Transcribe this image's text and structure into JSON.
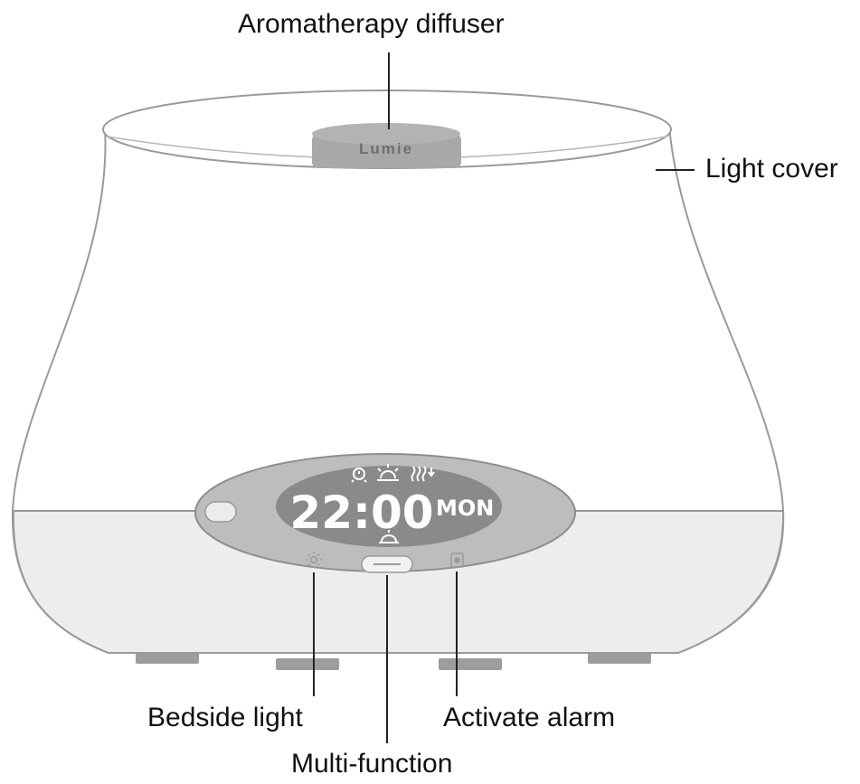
{
  "labels": {
    "aromatherapy_diffuser": "Aromatherapy diffuser",
    "light_cover": "Light cover",
    "bedside_light": "Bedside light",
    "activate_alarm": "Activate alarm",
    "multi_function": "Multi-function"
  },
  "device": {
    "logo_text": "Lumie",
    "display_time": "22:00",
    "display_day": "MON"
  },
  "colors": {
    "body_fill": "#ffffff",
    "base_fill": "#ededed",
    "outline": "#9a9a9a",
    "display_oval": "#bdbdbd",
    "screen": "#8a8a8a",
    "screen_text": "#ffffff",
    "diffuser_cap": "#a8a8a8",
    "feet": "#9d9d9d",
    "leader_line": "#222222"
  },
  "icons": [
    "alarm-clock-icon",
    "sunrise-icon",
    "steam-icon",
    "sunset-icon",
    "light-icon",
    "alarm-button-icon"
  ]
}
